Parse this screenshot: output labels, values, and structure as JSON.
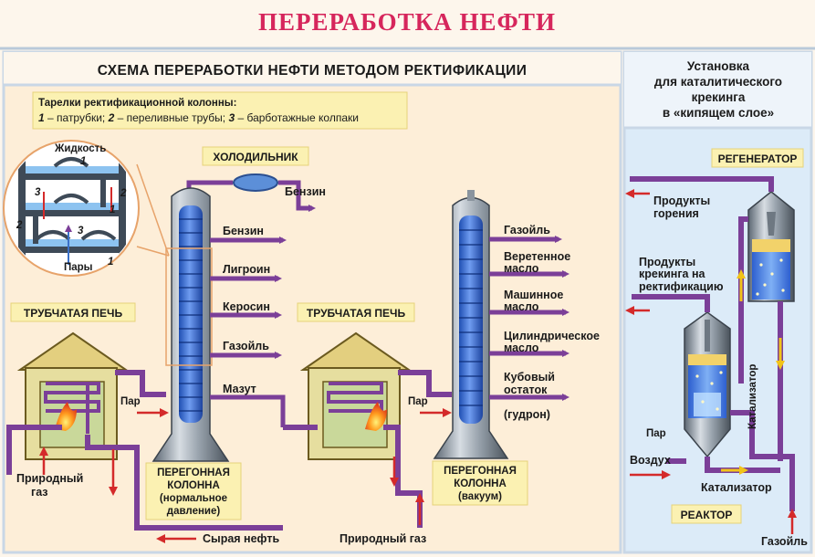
{
  "title": "ПЕРЕРАБОТКА НЕФТИ",
  "left_panel": {
    "heading": "СХЕМА ПЕРЕРАБОТКИ НЕФТИ МЕТОДОМ РЕКТИФИКАЦИИ",
    "legend": {
      "title": "Тарелки ректификационной колонны:",
      "n1": "1",
      "t1": " – патрубки; ",
      "n2": "2",
      "t2": " – переливные трубы; ",
      "n3": "3",
      "t3": " – барботажные колпаки"
    },
    "inset": {
      "liquid": "Жидкость",
      "vapors": "Пары",
      "num1": "1",
      "num2": "2",
      "num3": "3"
    },
    "condenser": "ХОЛОДИЛЬНИК",
    "furnace_label": "ТРУБЧАТАЯ ПЕЧЬ",
    "column1": {
      "outputs": [
        "Бензин",
        "Бензин",
        "Лигроин",
        "Керосин",
        "Газойль",
        "Мазут"
      ],
      "steam": "Пар",
      "name_lines": [
        "ПЕРЕГОННАЯ",
        "КОЛОННА",
        "(нормальное",
        "давление)"
      ]
    },
    "column2": {
      "outputs": [
        "Газойль",
        "Веретенное",
        "масло",
        "Машинное",
        "масло",
        "Цилиндрическое",
        "масло",
        "Кубовый",
        "остаток",
        "(гудрон)"
      ],
      "steam": "Пар",
      "name_lines": [
        "ПЕРЕГОННАЯ",
        "КОЛОННА",
        "(вакуум)"
      ]
    },
    "natural_gas_1": [
      "Природный",
      "газ"
    ],
    "crude_oil": "Сырая нефть",
    "natural_gas_2": "Природный газ"
  },
  "right_panel": {
    "heading_lines": [
      "Установка",
      "для каталитического",
      "крекинга",
      "в «кипящем слое»"
    ],
    "regenerator": "РЕГЕНЕРАТОР",
    "combustion_products": [
      "Продукты",
      "горения"
    ],
    "cracking_products": [
      "Продукты",
      "крекинга на",
      "ректификацию"
    ],
    "catalyst_vertical": "Катализатор",
    "steam": "Пар",
    "air": "Воздух",
    "catalyst": "Катализатор",
    "reactor": "РЕАКТОР",
    "gasoil": "Газойль"
  },
  "colors": {
    "title": "#d6265c",
    "pipe": "#7b3f98",
    "red_arrow": "#d42a2a",
    "column_blue": "#3f6fd0",
    "background": "#fdf6ec",
    "right_bg": "#dcebf8",
    "label_box": "#fbf1b2"
  }
}
